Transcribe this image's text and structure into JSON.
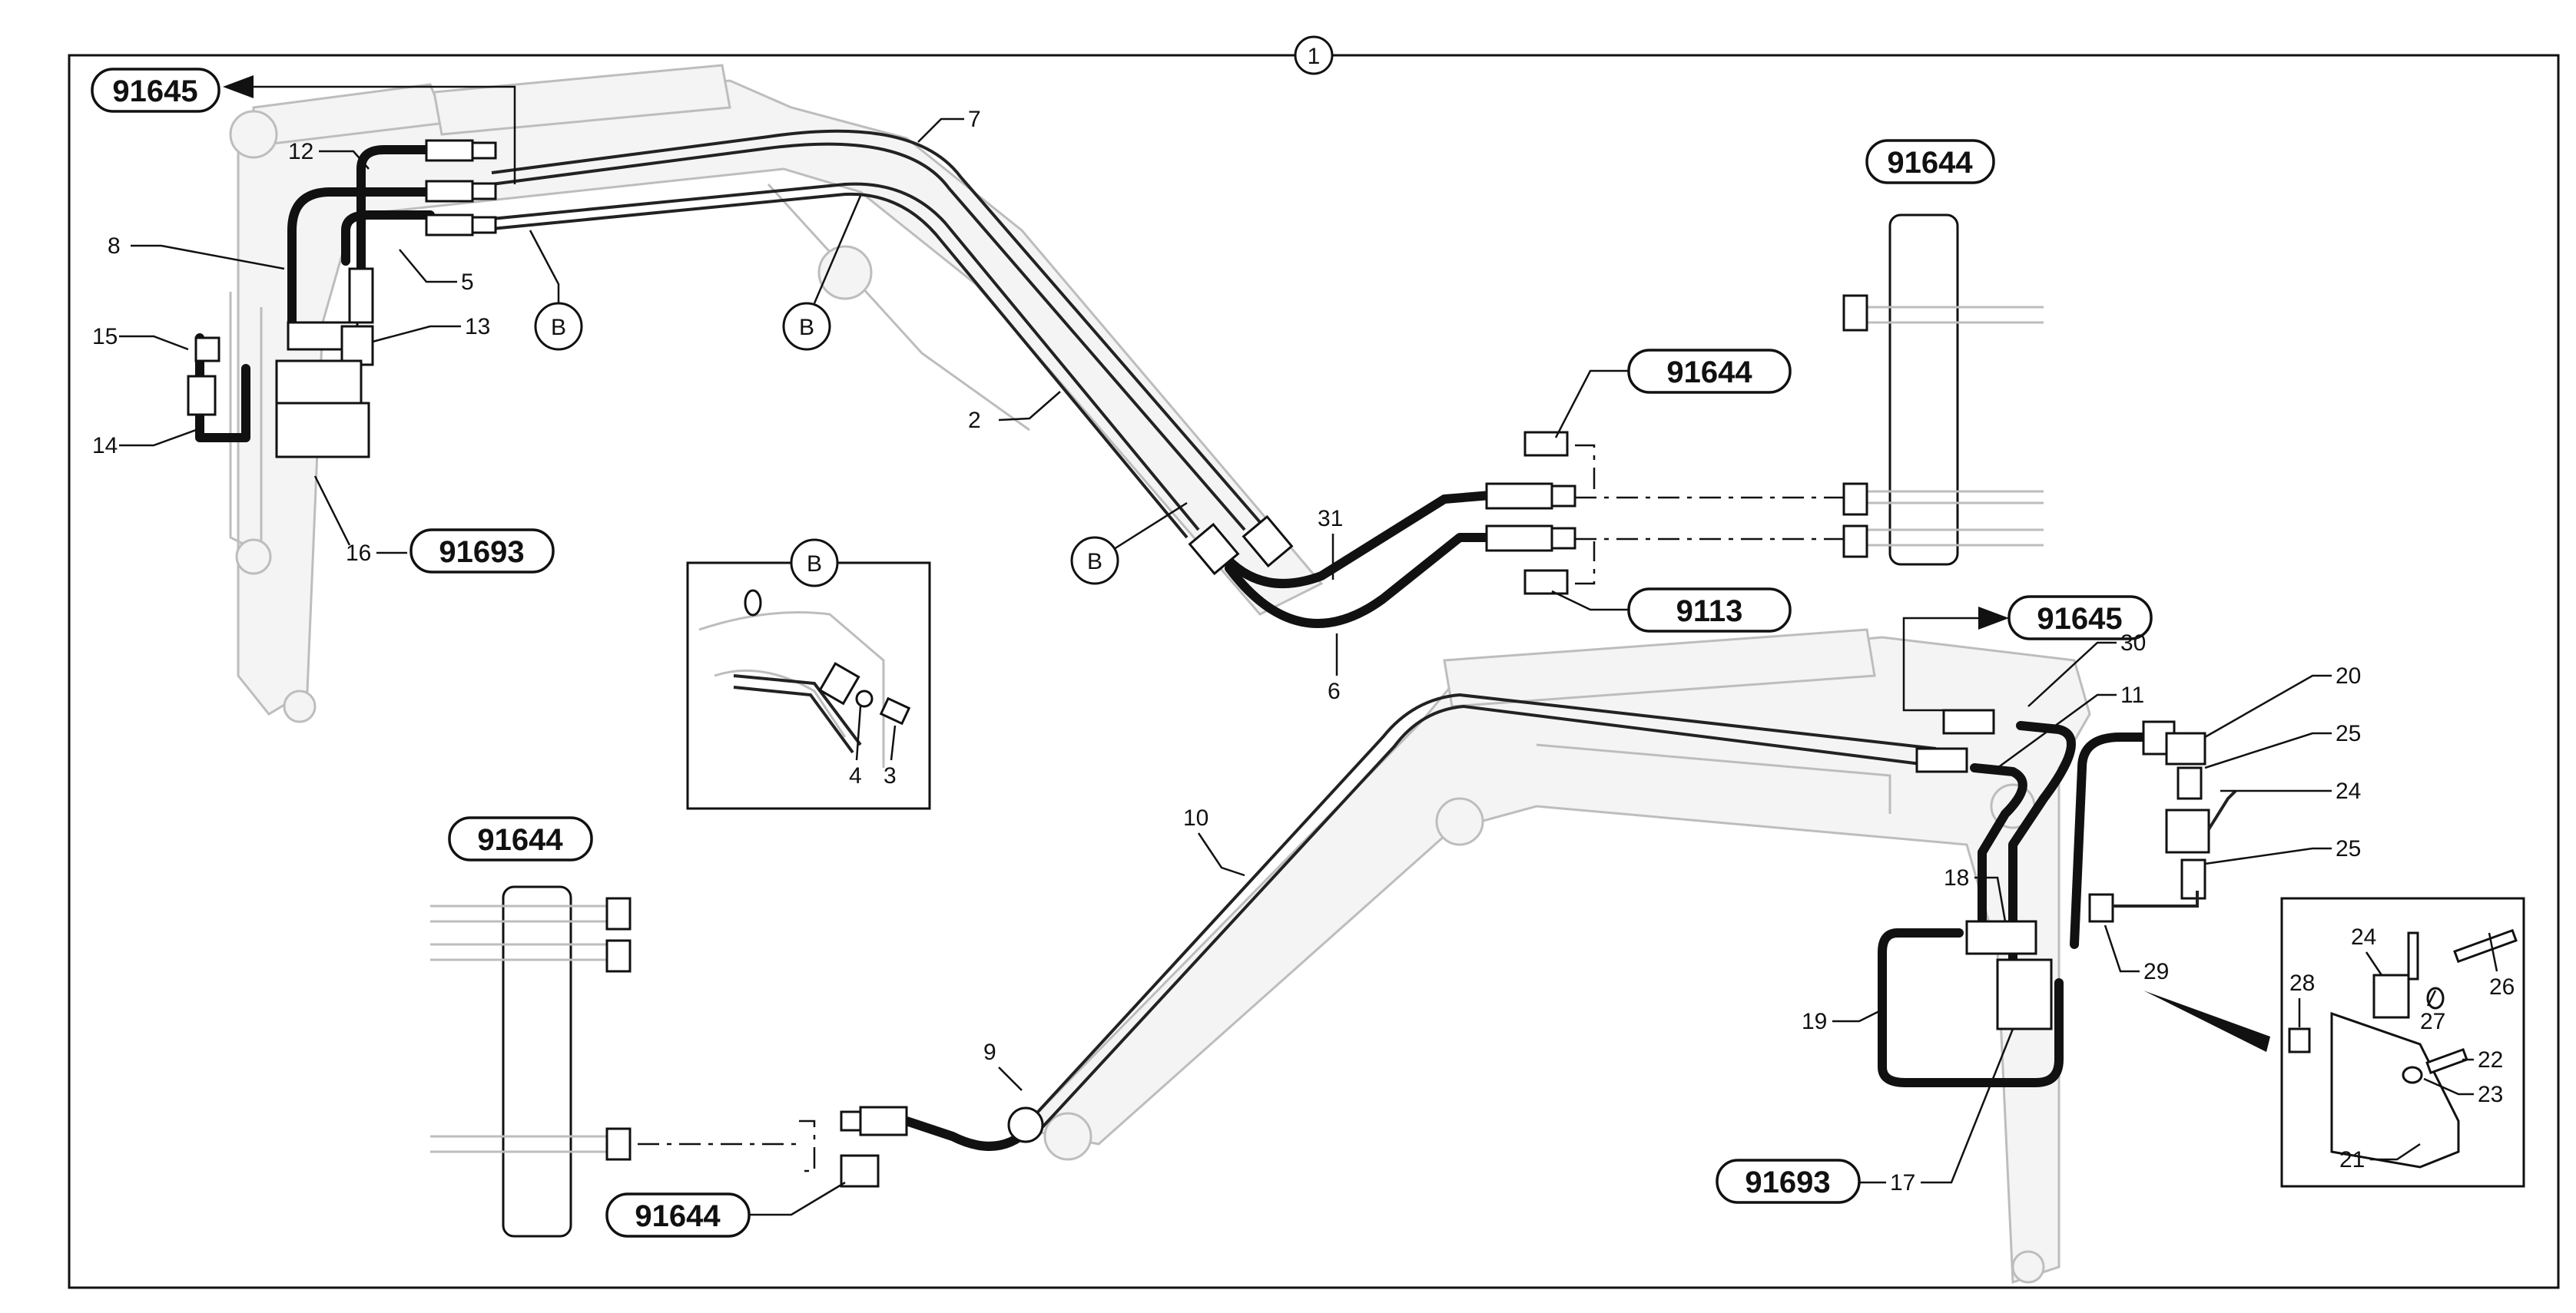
{
  "sheet_number": "1",
  "ref_codes": {
    "top_left_91645": "91645",
    "top_right_91644": "91644",
    "mid_91644": "91644",
    "mid_9113": "9113",
    "right_91645": "91645",
    "left_91693": "91693",
    "bottom_left_91644": "91644",
    "bottom_91644": "91644",
    "bottom_right_91693": "91693"
  },
  "detail_letter": "B",
  "part_numbers": {
    "p2": "2",
    "p3": "3",
    "p4": "4",
    "p5": "5",
    "p6": "6",
    "p7": "7",
    "p8": "8",
    "p9": "9",
    "p10": "10",
    "p11": "11",
    "p12": "12",
    "p13": "13",
    "p14": "14",
    "p15": "15",
    "p16": "16",
    "p17": "17",
    "p18": "18",
    "p19": "19",
    "p20": "20",
    "p21": "21",
    "p22": "22",
    "p23": "23",
    "p24a": "24",
    "p24b": "24",
    "p25a": "25",
    "p25b": "25",
    "p26": "26",
    "p27": "27",
    "p28": "28",
    "p29": "29",
    "p30": "30",
    "p31": "31"
  }
}
